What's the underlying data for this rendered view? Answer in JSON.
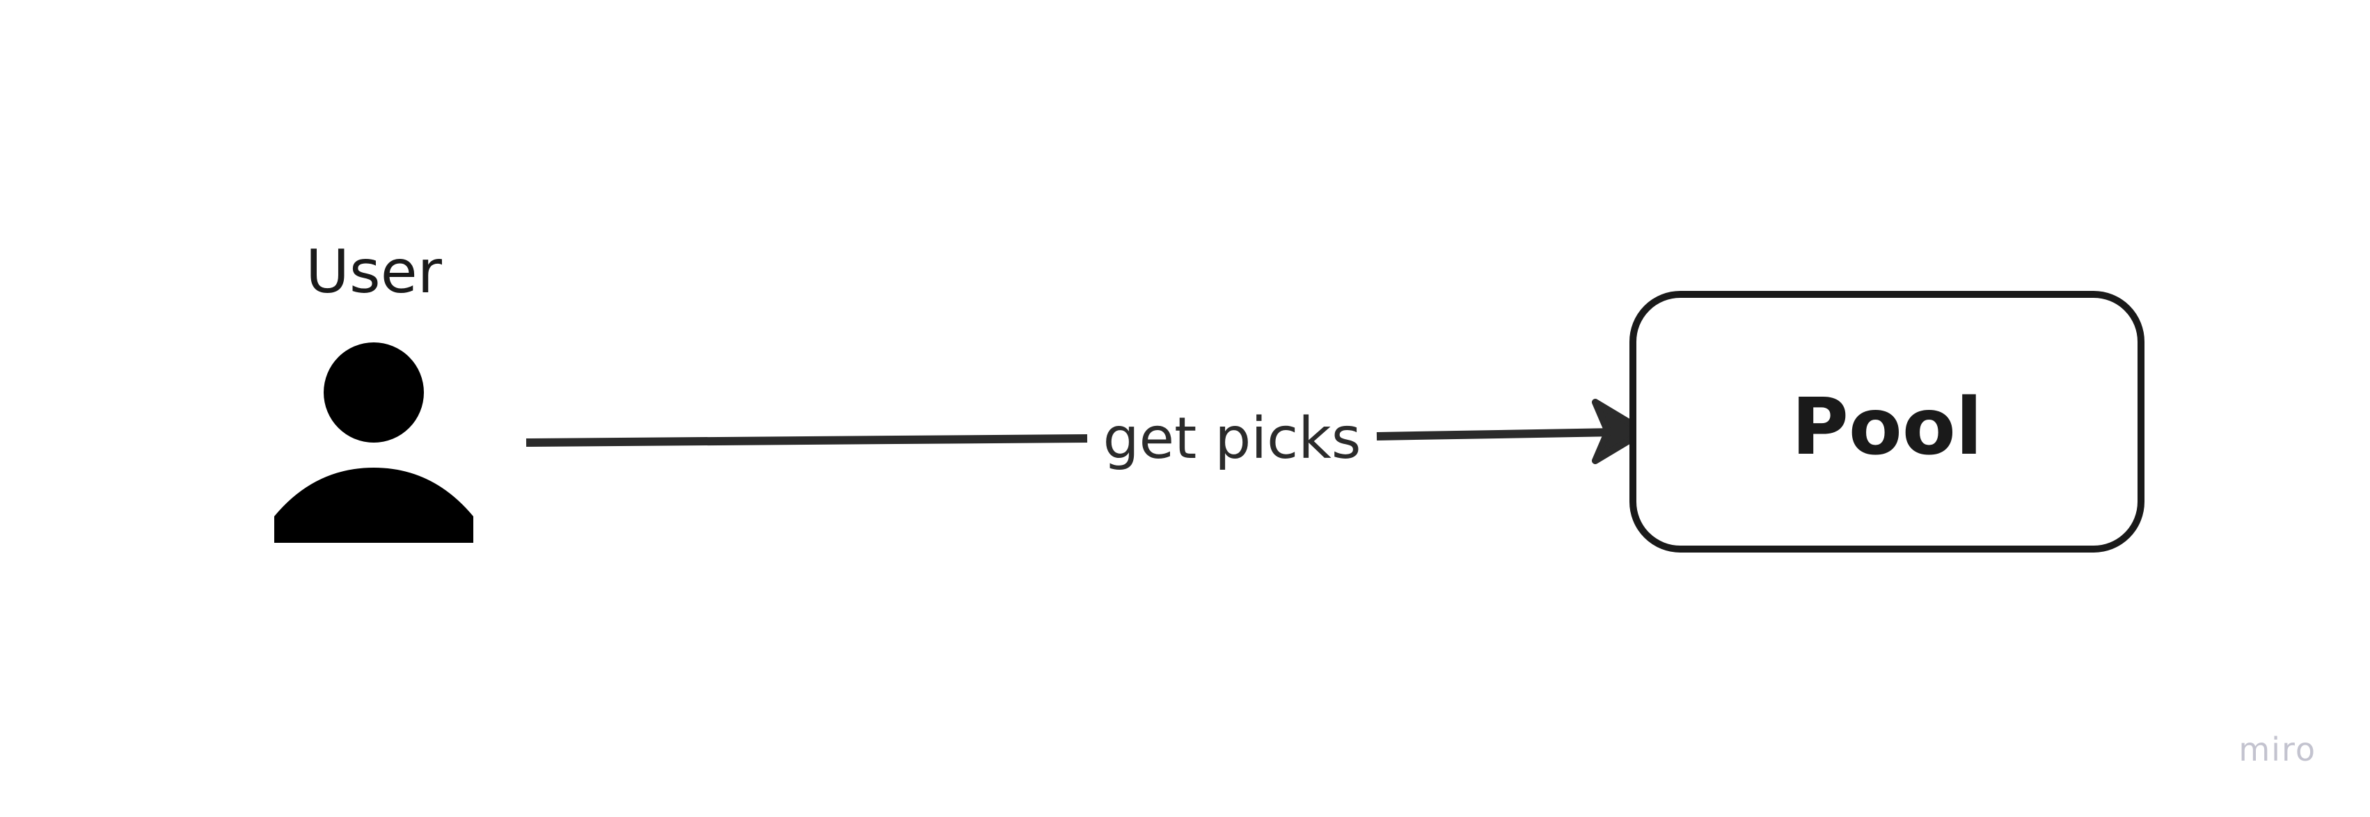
{
  "diagram": {
    "actor": {
      "label": "User",
      "icon": "user-icon"
    },
    "edge": {
      "label": "get picks",
      "direction": "user-to-pool"
    },
    "node": {
      "label": "Pool",
      "shape": "rounded-rectangle"
    }
  },
  "watermark": {
    "text": "miro"
  },
  "colors": {
    "stroke": "#2b2b2b",
    "icon_fill": "#000000",
    "text": "#1a1a1a",
    "watermark": "#c3c3cf",
    "background": "#ffffff"
  }
}
